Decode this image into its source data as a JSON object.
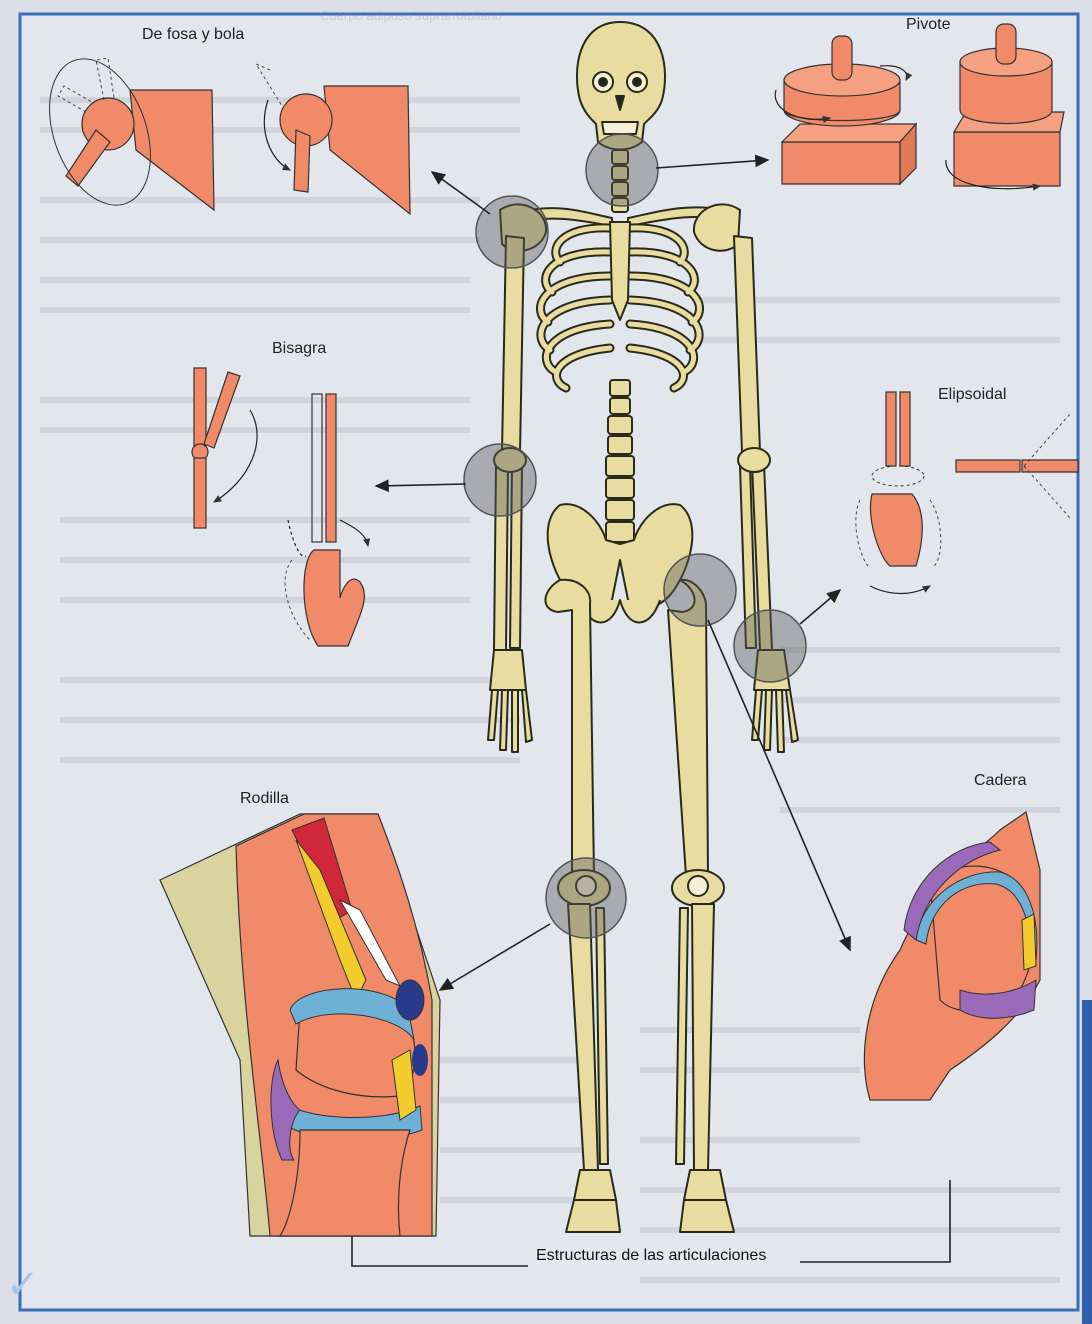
{
  "labels": {
    "ball_socket": "De fosa y bola",
    "pivot": "Pivote",
    "hinge": "Bisagra",
    "ellipsoid": "Elipsoidal",
    "knee": "Rodilla",
    "hip": "Cadera",
    "caption": "Estructuras de las articulaciones"
  },
  "background_text": {
    "top_line": "Cuerpo adiposo suprarrotuliano"
  },
  "colors": {
    "page": "#dcdfe8",
    "frame": "#3a6db5",
    "bone": "#e8dca0",
    "bone_outline": "#2a2a1a",
    "model_salmon": "#f08a68",
    "joint_highlight": "#6a6a6a",
    "cartilage_blue": "#6fb0d6",
    "purple_membrane": "#9a6ab8",
    "fat_yellow": "#f2cc2c",
    "muscle_red": "#d0283a",
    "skin_olive": "#d9d3a0"
  },
  "icons": [
    "checkmark-icon"
  ]
}
